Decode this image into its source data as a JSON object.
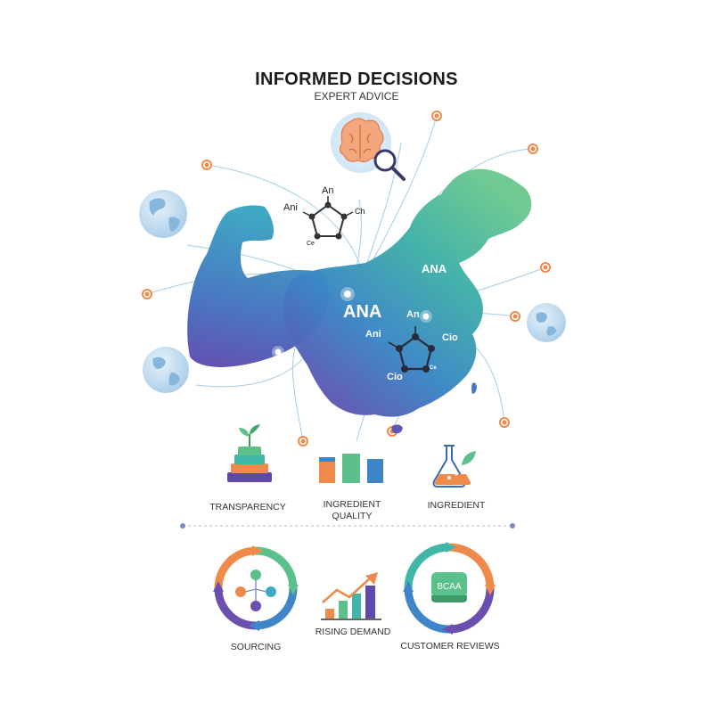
{
  "header": {
    "title": "INFORMED DECISIONS",
    "subtitle": "EXPERT ADVICE"
  },
  "map_labels": {
    "center": "ANA",
    "north": "ANA",
    "molecule_top": "An",
    "molecule_left": "Ani",
    "molecule_right": "Cio",
    "molecule_bottom": "Cio",
    "molecule_small": "Ce"
  },
  "upper_molecule": {
    "top": "An",
    "left": "Ani",
    "right": "Ch",
    "bottom": "Ce"
  },
  "pillars": [
    {
      "label": "TRANSPARENCY",
      "icon": "stacked-layers-sprout-icon"
    },
    {
      "label": "INGREDIENT\nQUALITY",
      "icon": "bar-columns-icon"
    },
    {
      "label": "INGREDIENT",
      "icon": "lab-flask-leaf-icon"
    }
  ],
  "bottom": [
    {
      "label": "SOURCING",
      "icon": "sourcing-cycle-icon"
    },
    {
      "label": "RISING DEMAND",
      "icon": "rising-chart-icon"
    },
    {
      "label": "CUSTOMER REVIEWS",
      "icon": "reviews-cycle-icon"
    }
  ],
  "badge_text": "BCAA",
  "colors": {
    "teal": "#3fb6a8",
    "green": "#5cc08a",
    "blue": "#3f86c9",
    "purple": "#6a4fae",
    "orange": "#f08a4b",
    "line": "#9fc9e3"
  }
}
